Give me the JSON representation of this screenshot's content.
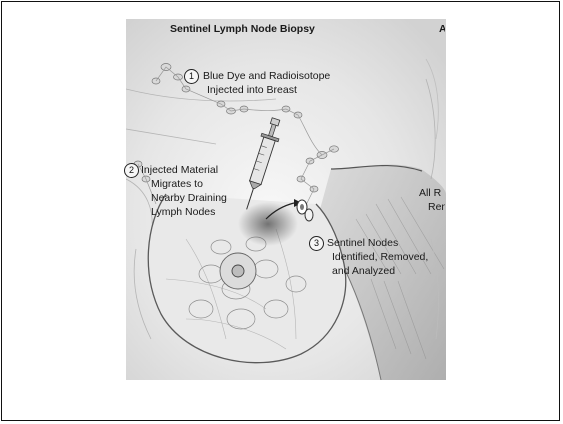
{
  "figure": {
    "title": "Sentinel Lymph Node Biopsy",
    "title_right": "A",
    "steps": [
      {
        "number": "1",
        "lines": [
          "Blue Dye and Radioisotope",
          "Injected into Breast"
        ]
      },
      {
        "number": "2",
        "lines": [
          "Injected Material",
          "Migrates to",
          "Nearby Draining",
          "Lymph Nodes"
        ]
      },
      {
        "number": "3",
        "lines": [
          "Sentinel Nodes",
          "Identified, Removed,",
          "and Analyzed"
        ]
      }
    ],
    "cut_text": [
      "All R",
      "Ren"
    ]
  }
}
